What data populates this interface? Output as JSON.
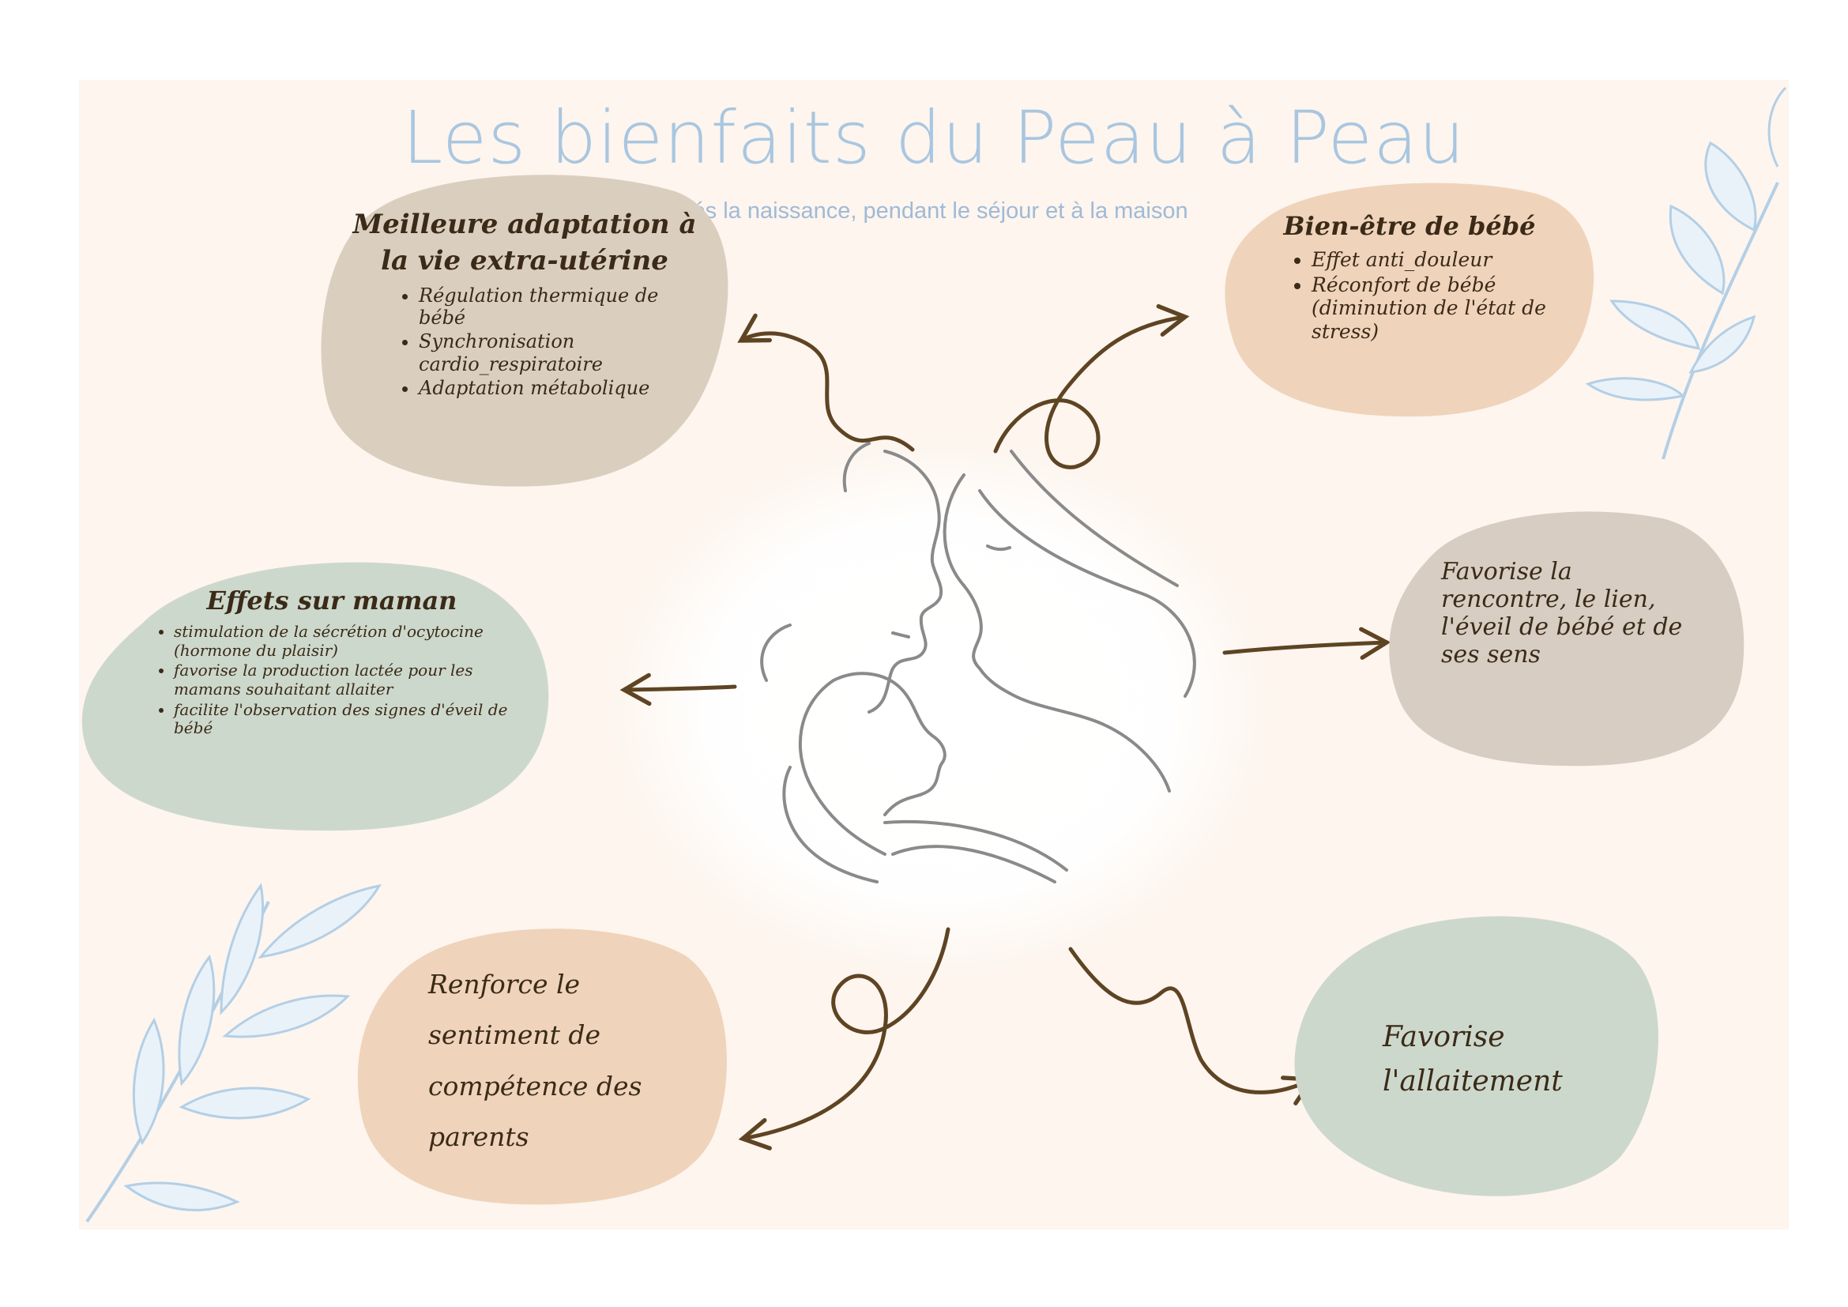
{
  "title": "Les bienfaits du Peau à Peau",
  "subtitle": "dés la naissance, pendant le séjour et à la maison",
  "colors": {
    "poster_bg": "#fdf5ee",
    "title": "#a9c6e0",
    "subtitle": "#9fbad6",
    "ink": "#3a2a17",
    "arrow": "#5e4423",
    "leaf": "#b3cfe6",
    "blob_taupe": "#dacfbf",
    "blob_peach": "#efd3bb",
    "blob_sage": "#cdd8cc",
    "blob_grey": "#d7cdc2"
  },
  "bubbles": {
    "adaptation": {
      "title": "Meilleure adaptation à la vie extra-utérine",
      "items": [
        "Régulation thermique de bébé",
        "Synchronisation cardio_respiratoire",
        "Adaptation métabolique"
      ]
    },
    "bien_etre": {
      "title": "Bien-être de bébé",
      "items": [
        "Effet anti_douleur",
        "Réconfort de bébé (diminution de l'état de stress)"
      ]
    },
    "maman": {
      "title": "Effets sur maman",
      "items": [
        "stimulation de la sécrétion d'ocytocine (hormone du plaisir)",
        "favorise la production lactée pour les mamans souhaitant allaiter",
        "facilite l'observation des signes d'éveil de bébé"
      ]
    },
    "rencontre": {
      "text": "Favorise la rencontre, le lien, l'éveil de bébé et de ses sens"
    },
    "competence": {
      "text": "Renforce le sentiment de compétence des parents"
    },
    "allaitement": {
      "text": "Favorise l'allaitement"
    }
  },
  "icons": [
    "leaf-branch-icon",
    "mother-father-baby-sketch",
    "curly-arrow-icon"
  ]
}
